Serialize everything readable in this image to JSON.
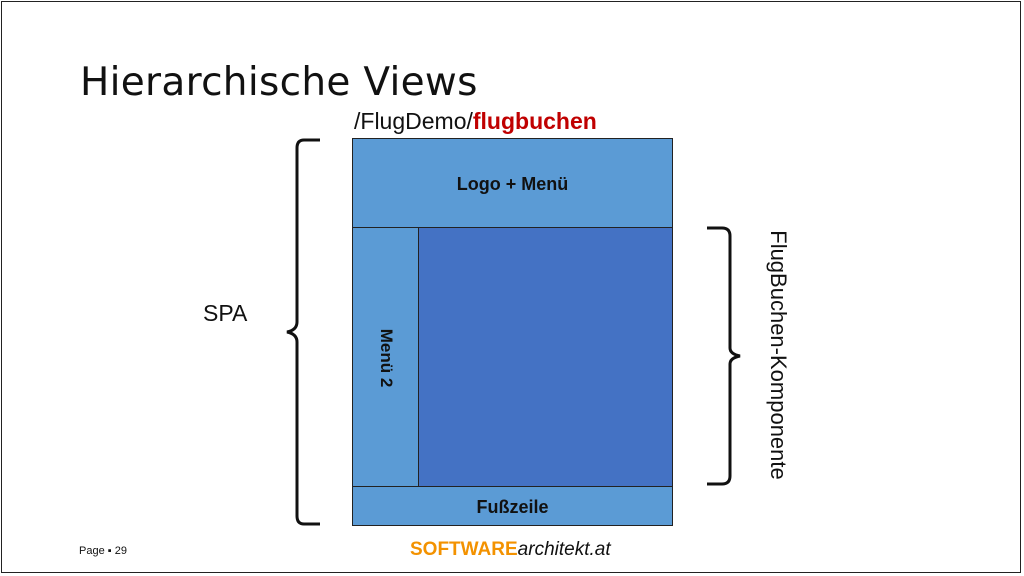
{
  "slide": {
    "title": "Hierarchische Views",
    "route_prefix": "/FlugDemo/",
    "route_highlight": "flugbuchen",
    "page_label": "Page",
    "page_separator": "▪",
    "page_number": "29"
  },
  "diagram": {
    "header_label": "Logo + Menü",
    "side_menu_label": "Menü 2",
    "footer_label": "Fußzeile",
    "spa_label": "SPA",
    "component_label": "FlugBuchen-Komponente"
  },
  "brand": {
    "part1": "SOFTWARE",
    "part2": "architekt.at"
  },
  "colors": {
    "panel_light": "#5b9bd5",
    "panel_dark": "#4472c4",
    "highlight": "#c00000",
    "brand_orange": "#f39200"
  }
}
